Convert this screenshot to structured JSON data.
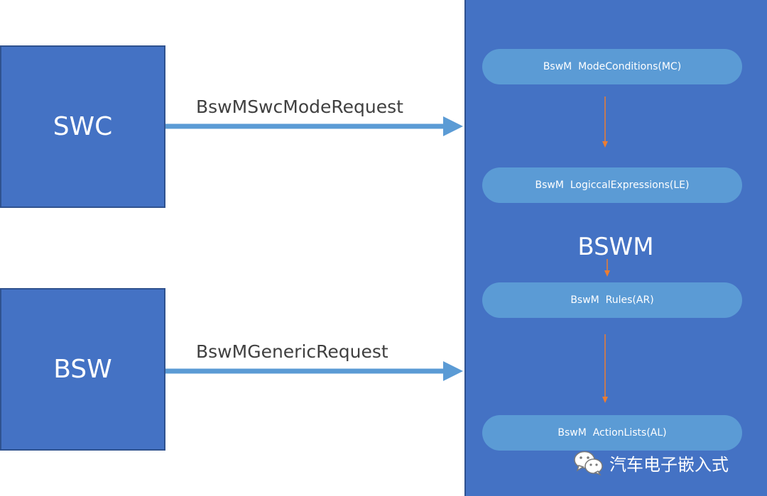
{
  "diagram": {
    "swc": {
      "label": "SWC"
    },
    "bsw": {
      "label": "BSW"
    },
    "bswm": {
      "label": "BSWM"
    },
    "arrows": {
      "swc_request": "BswMSwcModeRequest",
      "generic_request": "BswMGenericRequest"
    },
    "stages": [
      {
        "label": "BswM  ModeConditions(MC)"
      },
      {
        "label": "BswM  LogiccalExpressions(LE)"
      },
      {
        "label": "BswM  Rules(AR)"
      },
      {
        "label": "BswM  ActionLists(AL)"
      }
    ],
    "watermark": {
      "text": "汽车电子嵌入式",
      "icon": "wechat-icon"
    }
  },
  "colors": {
    "box_fill": "#4472c4",
    "pill_fill": "#5b9bd5",
    "arrow_blue": "#5b9bd5",
    "arrow_orange": "#ed7d31"
  }
}
